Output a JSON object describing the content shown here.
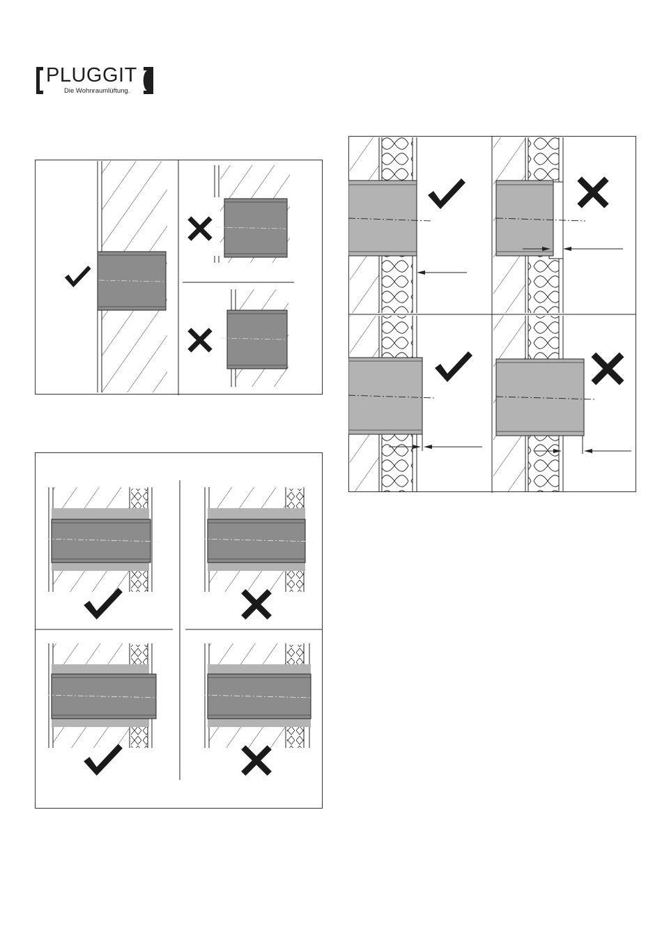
{
  "brand": {
    "name": "PLUGGIT",
    "tagline": "Die Wohnraumlüftung."
  },
  "colors": {
    "ink": "#1a1a1a",
    "duct_fill": "#8c8c8c",
    "duct_light": "#b3b3b3",
    "frame": "#333333"
  },
  "figures": [
    {
      "name": "fig-wall-flush",
      "panels": [
        {
          "verdict": "correct",
          "case": "duct flush with wall"
        },
        {
          "verdict": "wrong",
          "case": "duct set back from wall face"
        },
        {
          "verdict": "wrong",
          "case": "duct protruding past wall"
        }
      ]
    },
    {
      "name": "fig-insulated-wall",
      "panels": [
        {
          "verdict": "correct"
        },
        {
          "verdict": "wrong"
        },
        {
          "verdict": "correct"
        },
        {
          "verdict": "wrong"
        }
      ]
    },
    {
      "name": "fig-duct-ends",
      "panels": [
        {
          "verdict": "correct"
        },
        {
          "verdict": "wrong"
        },
        {
          "verdict": "correct"
        },
        {
          "verdict": "wrong"
        }
      ]
    }
  ]
}
